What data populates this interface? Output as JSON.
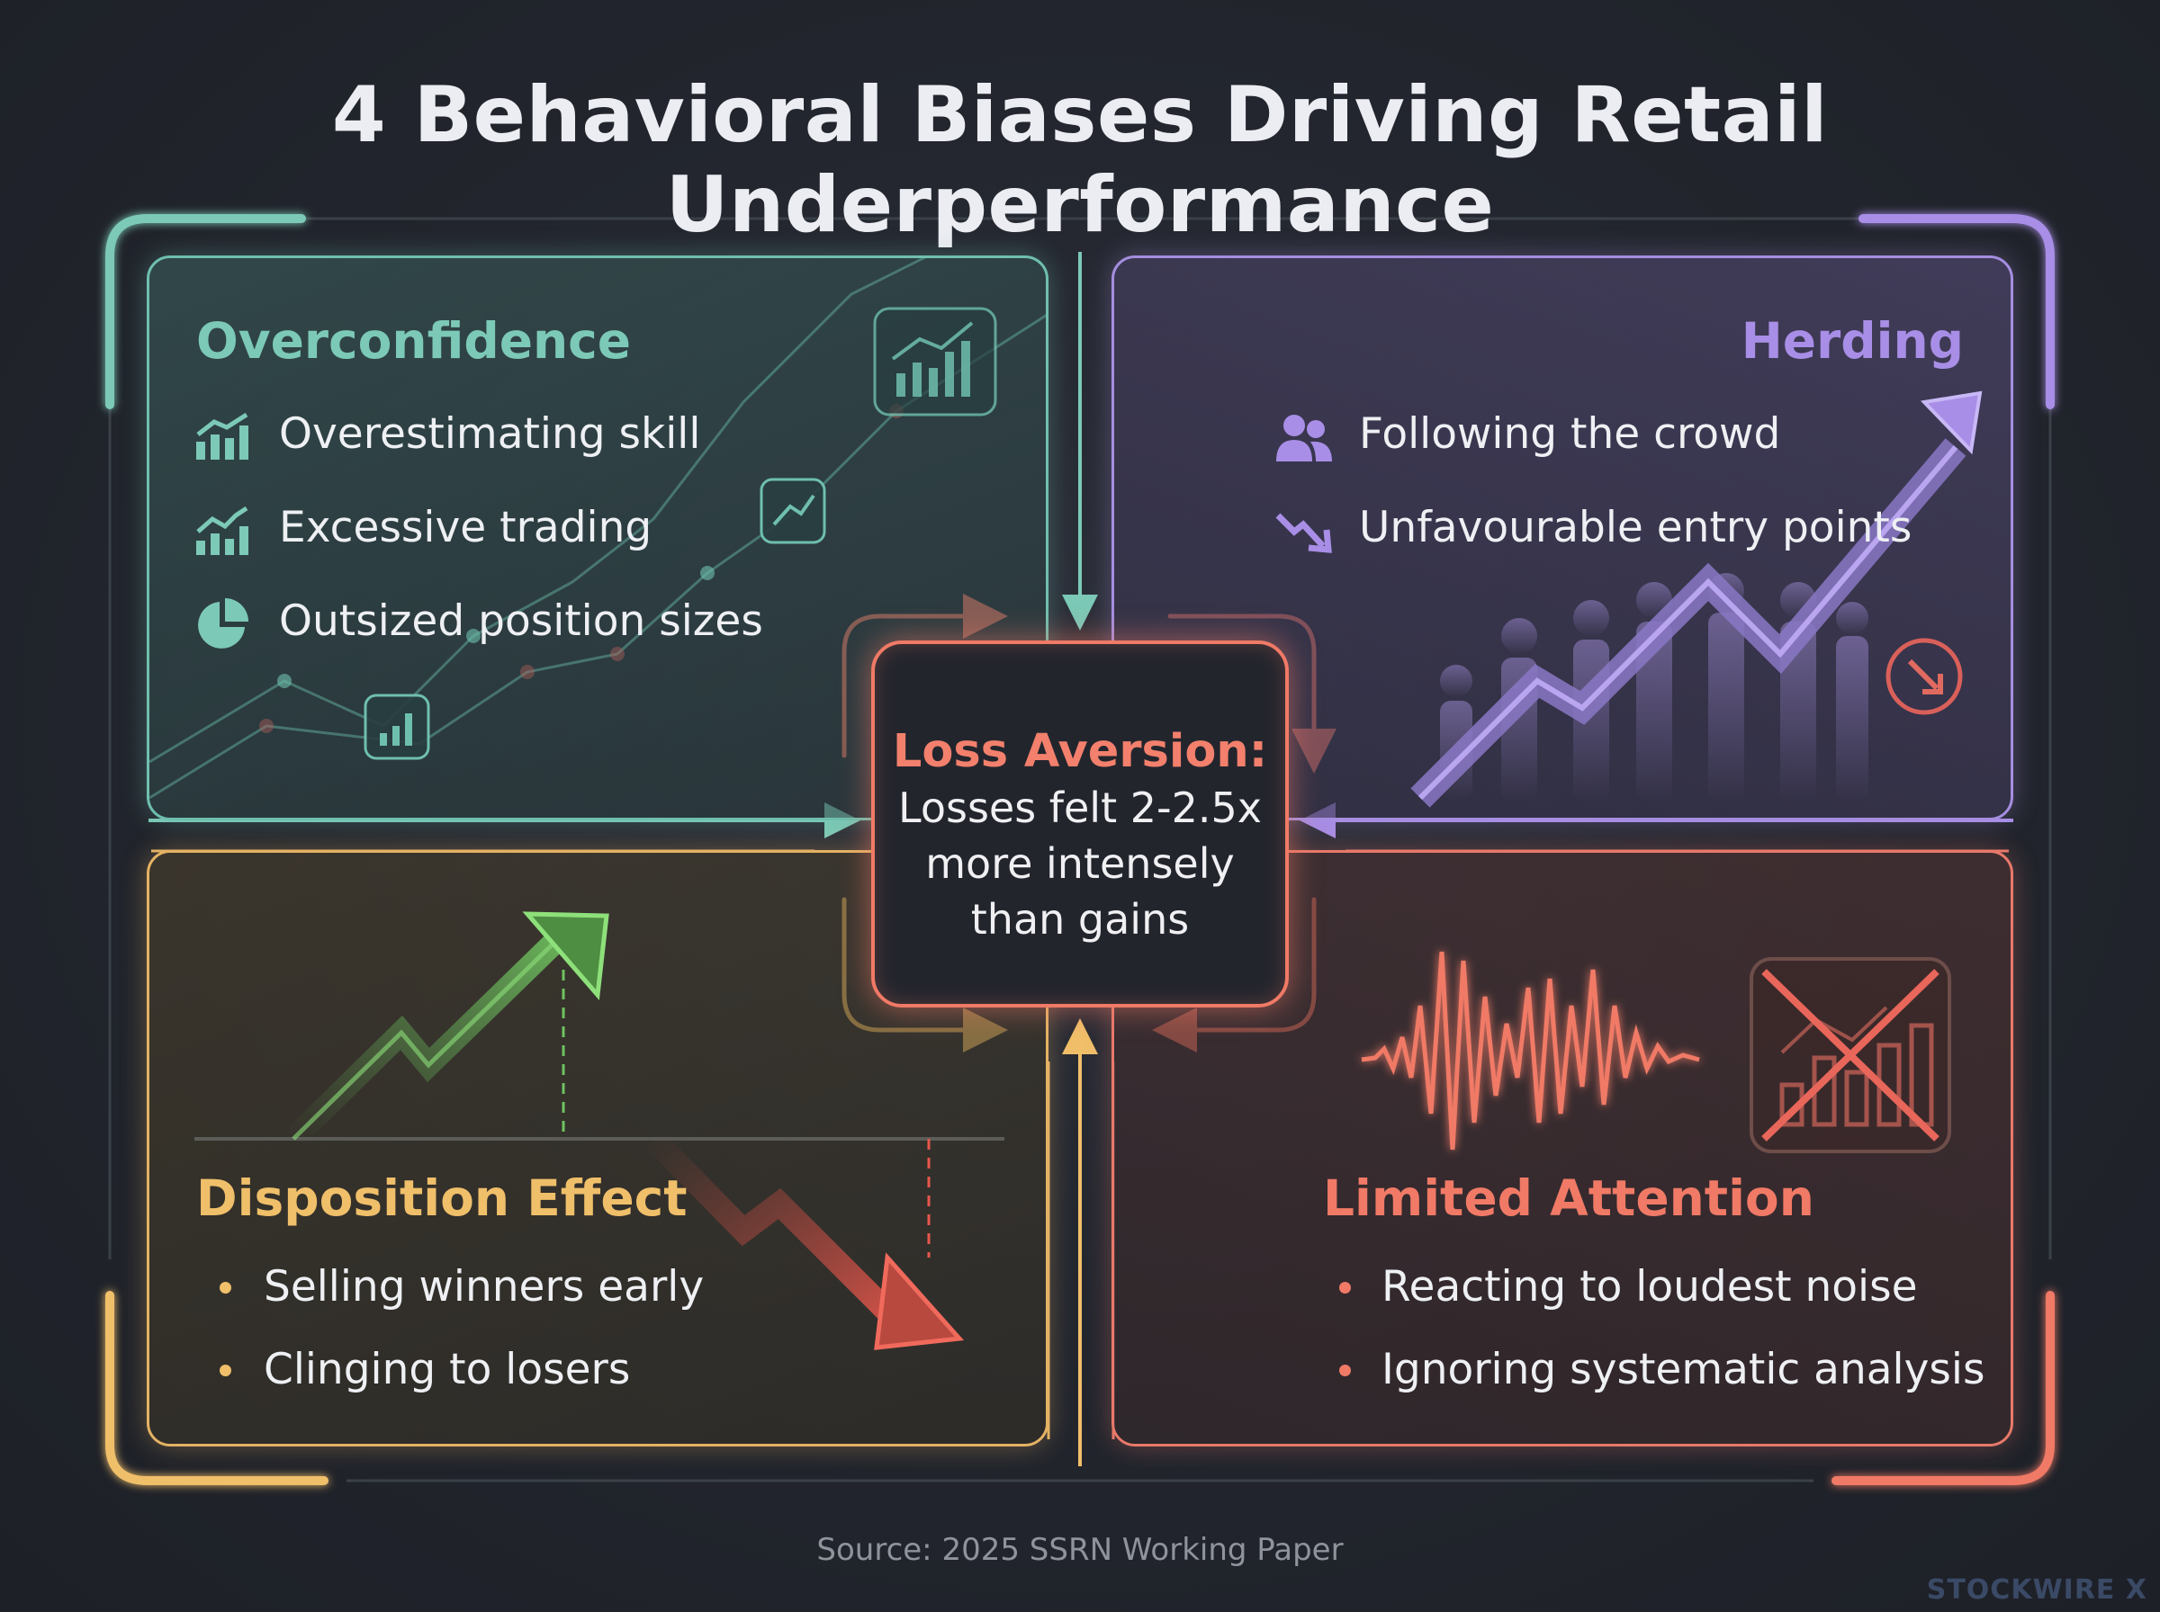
{
  "title": "4 Behavioral Biases Driving Retail Underperformance",
  "colors": {
    "overconfidence": "#7cc9b7",
    "herding": "#a88ee6",
    "disposition": "#f0bf6a",
    "attention": "#f07a66",
    "center": "#f2806c"
  },
  "overconfidence": {
    "title": "Overconfidence",
    "items": [
      {
        "label": "Overestimating skill",
        "icon": "bar-chart-trend-icon"
      },
      {
        "label": "Excessive trading",
        "icon": "bar-chart-trend-icon"
      },
      {
        "label": "Outsized position sizes",
        "icon": "pie-chart-icon"
      }
    ]
  },
  "herding": {
    "title": "Herding",
    "items": [
      {
        "label": "Following the crowd",
        "icon": "people-icon"
      },
      {
        "label": "Unfavourable entry points",
        "icon": "trend-down-icon"
      }
    ]
  },
  "disposition": {
    "title": "Disposition Effect",
    "items": [
      "Selling winners early",
      "Clinging to losers"
    ]
  },
  "attention": {
    "title": "Limited Attention",
    "items": [
      "Reacting to loudest noise",
      "Ignoring systematic analysis"
    ]
  },
  "center": {
    "title": "Loss Aversion:",
    "lines": [
      "Losses felt 2-2.5x",
      "more intensely",
      "than gains"
    ]
  },
  "source": "Source: 2025 SSRN Working Paper",
  "brand": "STOCKWIRE X"
}
